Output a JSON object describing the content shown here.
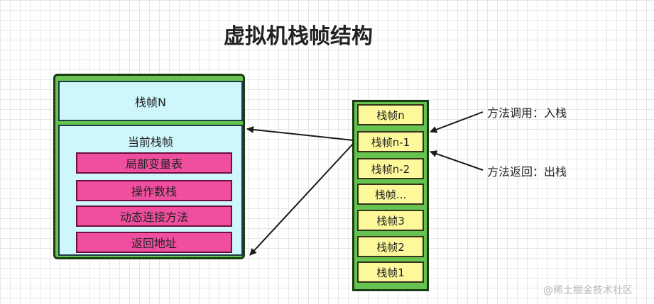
{
  "title": "虚拟机栈帧结构",
  "frame_detail": {
    "top_frame": "栈帧N",
    "current_frame": "当前栈帧",
    "parts": [
      "局部变量表",
      "操作数栈",
      "动态连接方法",
      "返回地址"
    ]
  },
  "stack": {
    "frames": [
      "栈帧n",
      "栈帧n-1",
      "栈帧n-2",
      "栈帧...",
      "栈帧3",
      "栈帧2",
      "栈帧1"
    ]
  },
  "operations": {
    "push": "方法调用：入栈",
    "pop": "方法返回：出栈"
  },
  "watermark": "@稀土掘金技术社区",
  "colors": {
    "outer_green": "#66c34f",
    "frame_cyan": "#cdf7fb",
    "part_pink": "#f04f9f",
    "slot_yellow": "#fdf99a"
  }
}
